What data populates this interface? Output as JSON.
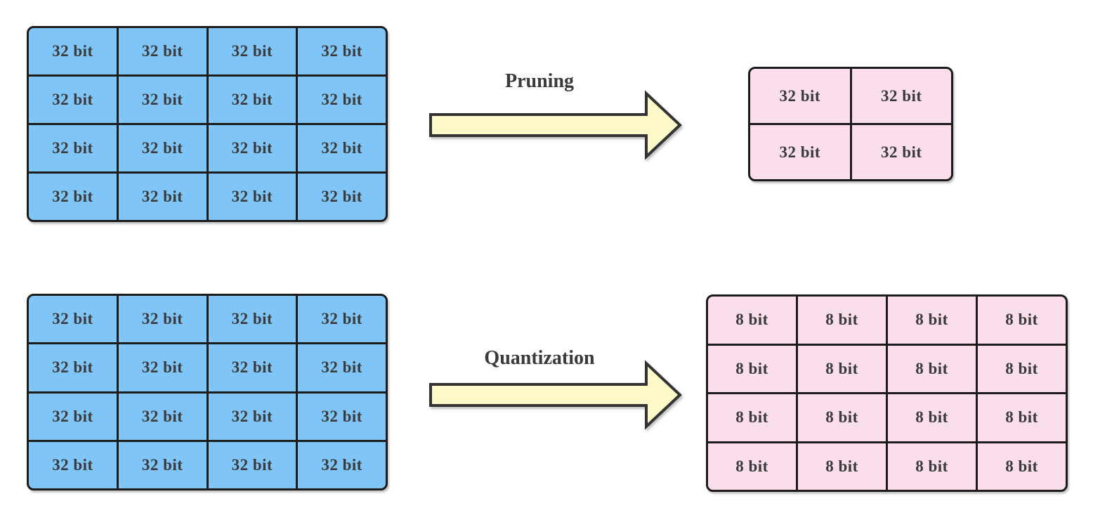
{
  "colors": {
    "blue_fill": "#80C5F8",
    "pink_fill": "#FADEEC",
    "arrow_fill": "#FDF9C8",
    "stroke": "#1C1C1C",
    "arrow_stroke": "#333333",
    "text": "#3A3A3A"
  },
  "pruning_flow": {
    "arrow_label": "Pruning",
    "source_grid": {
      "rows": 4,
      "cols": 4,
      "label": "32 bit"
    },
    "target_grid": {
      "rows": 2,
      "cols": 2,
      "label": "32 bit"
    }
  },
  "quantization_flow": {
    "arrow_label": "Quantization",
    "source_grid": {
      "rows": 4,
      "cols": 4,
      "label": "32 bit"
    },
    "target_grid": {
      "rows": 4,
      "cols": 4,
      "label": "8 bit"
    }
  }
}
